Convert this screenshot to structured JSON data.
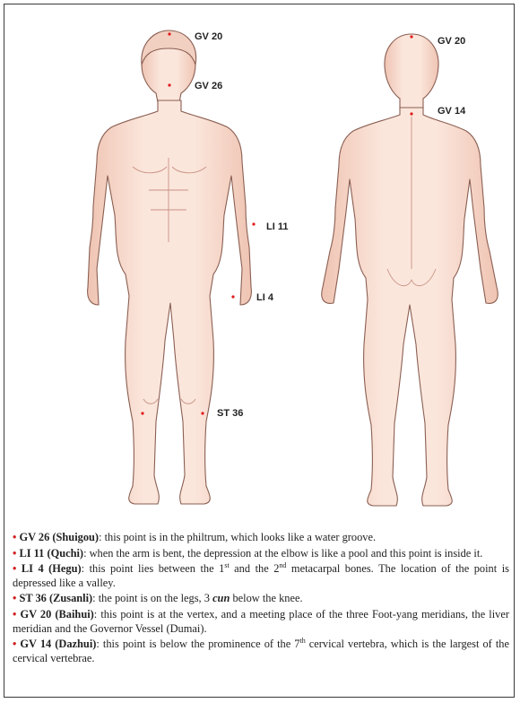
{
  "points": {
    "front": {
      "gv20": "GV 20",
      "gv26": "GV 26",
      "li11": "LI 11",
      "li4": "LI 4",
      "st36": "ST 36"
    },
    "back": {
      "gv20": "GV 20",
      "gv14": "GV 14"
    }
  },
  "legend": [
    {
      "term": "GV 26 (Shuigou)",
      "text": ": this point is in the philtrum, which looks like a water groove."
    },
    {
      "term": "LI 11 (Quchi)",
      "text": ": when the arm is bent, the depression at the elbow is like a pool and this point is inside it."
    },
    {
      "term": "LI 4 (Hegu)",
      "text_a": ": this point lies between the 1",
      "sup_a": "st",
      "text_b": " and the 2",
      "sup_b": "nd",
      "text_c": " metacarpal bones. The location of the point is depressed like a valley."
    },
    {
      "term": "ST 36 (Zusanli)",
      "text_a": ": the point is on the legs, 3 ",
      "emph": "cun",
      "text_b": " below the knee."
    },
    {
      "term": "GV 20 (Baihui)",
      "text": ": this point is at the vertex, and a meeting place of the three Foot-yang meridians, the liver meridian and the Governor Vessel (Dumai)."
    },
    {
      "term": "GV 14 (Dazhui)",
      "text_a": ": this point is below the prominence of the 7",
      "sup": "th",
      "text_b": " cervical vertebra, which is the largest of the cervical vertebrae."
    }
  ],
  "colors": {
    "skin": "#f7dcd0",
    "skin_shadow": "#e8b9a6",
    "outline": "#8a5f52",
    "point": "#e01b1b",
    "bullet": "#d21f1f"
  }
}
